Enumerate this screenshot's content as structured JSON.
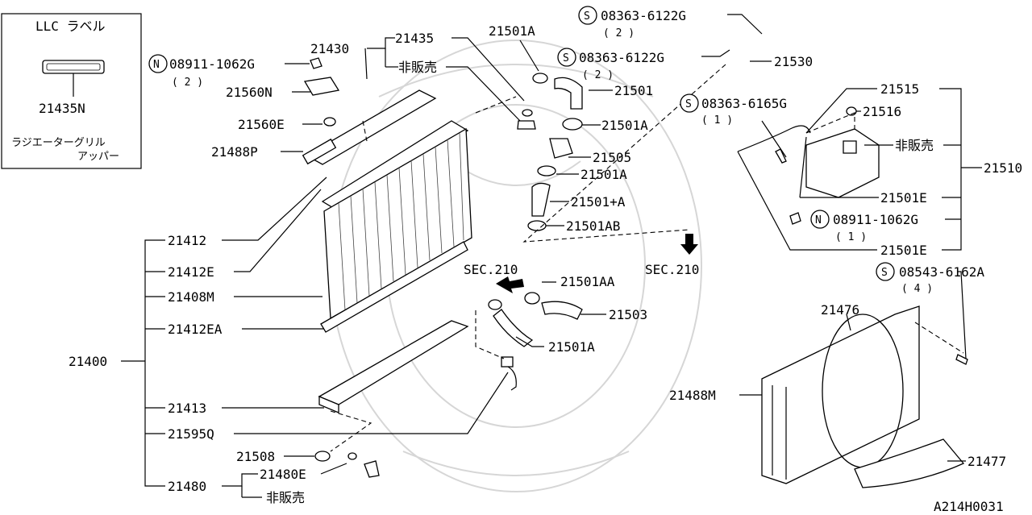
{
  "inset": {
    "title": "LLC ラベル",
    "part": "21435N",
    "caption_line1": "ラジエーターグリル",
    "caption_line2": "アッパー"
  },
  "labels": {
    "p21430": "21430",
    "p21435": "21435",
    "hiHanbai1": "非販売",
    "n08911a": "08911-1062G",
    "qty2a": "( 2 )",
    "p21560N": "21560N",
    "p21560E": "21560E",
    "p21488P": "21488P",
    "p21501A_top": "21501A",
    "s08363_6122G_a": "08363-6122G",
    "qty2b": "( 2 )",
    "s08363_6122G_b": "08363-6122G",
    "qty2c": "( 2 )",
    "p21530": "21530",
    "p21501": "21501",
    "p21501A_2": "21501A",
    "p21505": "21505",
    "p21501A_3": "21501A",
    "p21501pA": "21501+A",
    "p21501AB": "21501AB",
    "p21515": "21515",
    "s08363_6165G": "08363-6165G",
    "qty1a": "( 1 )",
    "p21516": "21516",
    "hiHanbai2": "非販売",
    "p21510": "21510",
    "p21501E_a": "21501E",
    "n08911b": "08911-1062G",
    "qty1b": "( 1 )",
    "p21501E_b": "21501E",
    "p21412": "21412",
    "p21412E": "21412E",
    "p21408M": "21408M",
    "p21412EA": "21412EA",
    "p21400": "21400",
    "p21413": "21413",
    "p21595Q": "21595Q",
    "p21508": "21508",
    "p21480E": "21480E",
    "p21480": "21480",
    "hiHanbai3": "非販売",
    "sec210a": "SEC.210",
    "sec210b": "SEC.210",
    "p21501AA": "21501AA",
    "p21503": "21503",
    "p21501A_4": "21501A",
    "s08543_6162A": "08543-6162A",
    "qty4": "( 4 )",
    "p21476": "21476",
    "p21488M": "21488M",
    "p21477": "21477",
    "diagramId": "A214H0031"
  },
  "markers": {
    "screw": "S",
    "nut": "N"
  }
}
